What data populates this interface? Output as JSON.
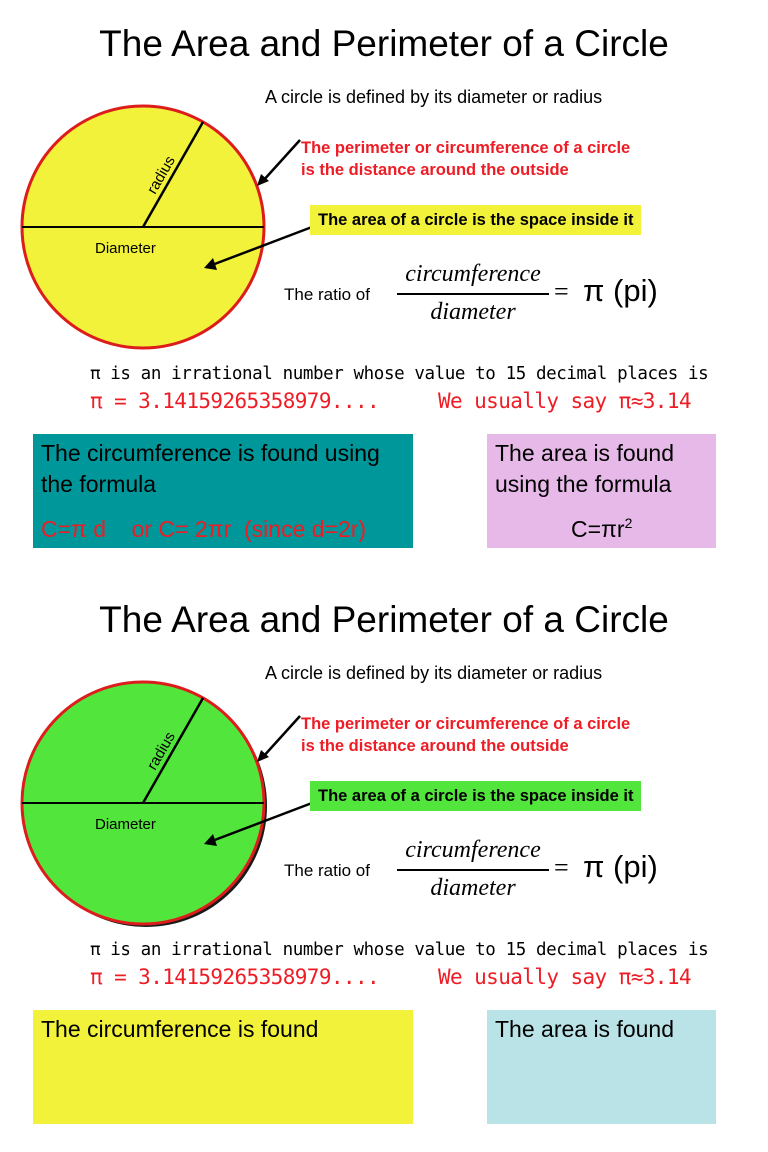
{
  "slides": [
    {
      "title": "The Area and Perimeter of a Circle",
      "subtitle": "A circle is defined by its diameter or radius",
      "perimeter_line1": "The perimeter or circumference of a circle",
      "perimeter_line2": "is the distance around the outside",
      "area_highlight": "The area of a circle is the space inside it",
      "circle_fill": "#f2f23a",
      "circle_stroke": "#dd1c1c",
      "highlight_color": "#f2f23a",
      "radius_label": "radius",
      "diameter_label": "Diameter",
      "ratio_label": "The ratio of",
      "frac_numerator": "circumference",
      "frac_denominator": "diameter",
      "equals": "=",
      "pi_label": "π (pi)",
      "irrational_text": "π is an irrational number whose value to 15 decimal places is",
      "pi_value": "π = 3.14159265358979....",
      "usually_say": "We usually say π≈3.14",
      "circ_box_color": "#00979b",
      "circ_box_text": "The circumference is found using the formula",
      "circ_box_formula": "C=π d    or C= 2πr  (since d=2r)",
      "area_box_color": "#e7b9e8",
      "area_box_text": "The area is found using the formula",
      "area_box_formula": "C=πr",
      "area_box_formula_sup": "2"
    },
    {
      "title": "The Area and Perimeter of a Circle",
      "subtitle": "A circle is defined by its diameter or radius",
      "perimeter_line1": "The perimeter or circumference of a circle",
      "perimeter_line2": "is the distance around the outside",
      "area_highlight": "The area of a circle is the space inside it",
      "circle_fill": "#52e63c",
      "circle_stroke": "#dd1c1c",
      "highlight_color": "#52e63c",
      "radius_label": "radius",
      "diameter_label": "Diameter",
      "ratio_label": "The ratio of",
      "frac_numerator": "circumference",
      "frac_denominator": "diameter",
      "equals": "=",
      "pi_label": "π (pi)",
      "irrational_text": "π is an irrational number whose value to 15 decimal places is",
      "pi_value": "π = 3.14159265358979....",
      "usually_say": "We usually say π≈3.14",
      "circ_box_color": "#f2f23a",
      "circ_box_text": "The circumference is found",
      "area_box_color": "#b9e3e6",
      "area_box_text": "The area is found"
    }
  ]
}
